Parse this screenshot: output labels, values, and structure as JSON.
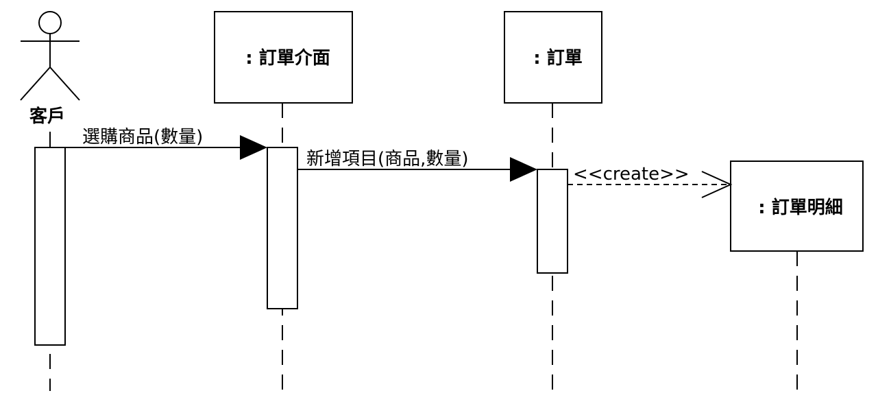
{
  "actor": {
    "label": "客戶"
  },
  "participants": [
    {
      "id": "order_ui",
      "label": ": 訂單介面"
    },
    {
      "id": "order",
      "label": ": 訂單"
    },
    {
      "id": "order_detail",
      "label": ": 訂單明細"
    }
  ],
  "messages": [
    {
      "from": "customer",
      "to": "order_ui",
      "label": "選購商品(數量)",
      "style": "synchronous"
    },
    {
      "from": "order_ui",
      "to": "order",
      "label": "新增項目(商品,數量)",
      "style": "synchronous"
    },
    {
      "from": "order",
      "to": "order_detail",
      "label": "<<create>>",
      "style": "create"
    }
  ]
}
